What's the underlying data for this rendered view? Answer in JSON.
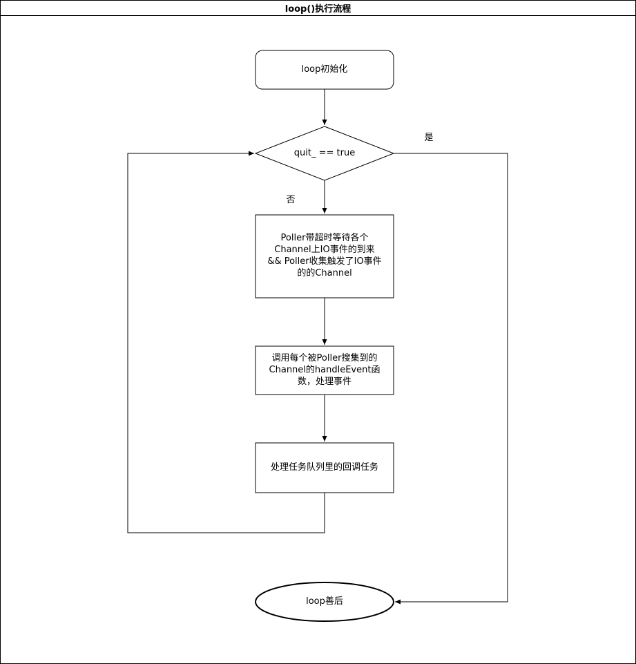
{
  "title": "loop()执行流程",
  "colors": {
    "stroke": "#000000",
    "fill": "#ffffff",
    "text": "#000000"
  },
  "flowchart": {
    "start": {
      "label": "loop初始化"
    },
    "decision": {
      "label": "quit_ == true",
      "yes_label": "是",
      "no_label": "否"
    },
    "poller_wait": {
      "lines": [
        "Poller带超时等待各个",
        "Channel上IO事件的到来",
        "&& Poller收集触发了IO事件",
        "的的Channel"
      ]
    },
    "handle_event": {
      "lines": [
        "调用每个被Poller搜集到的",
        "Channel的handleEvent函",
        "数，处理事件"
      ]
    },
    "task_queue": {
      "label": "处理任务队列里的回调任务"
    },
    "end": {
      "label": "loop善后"
    }
  }
}
